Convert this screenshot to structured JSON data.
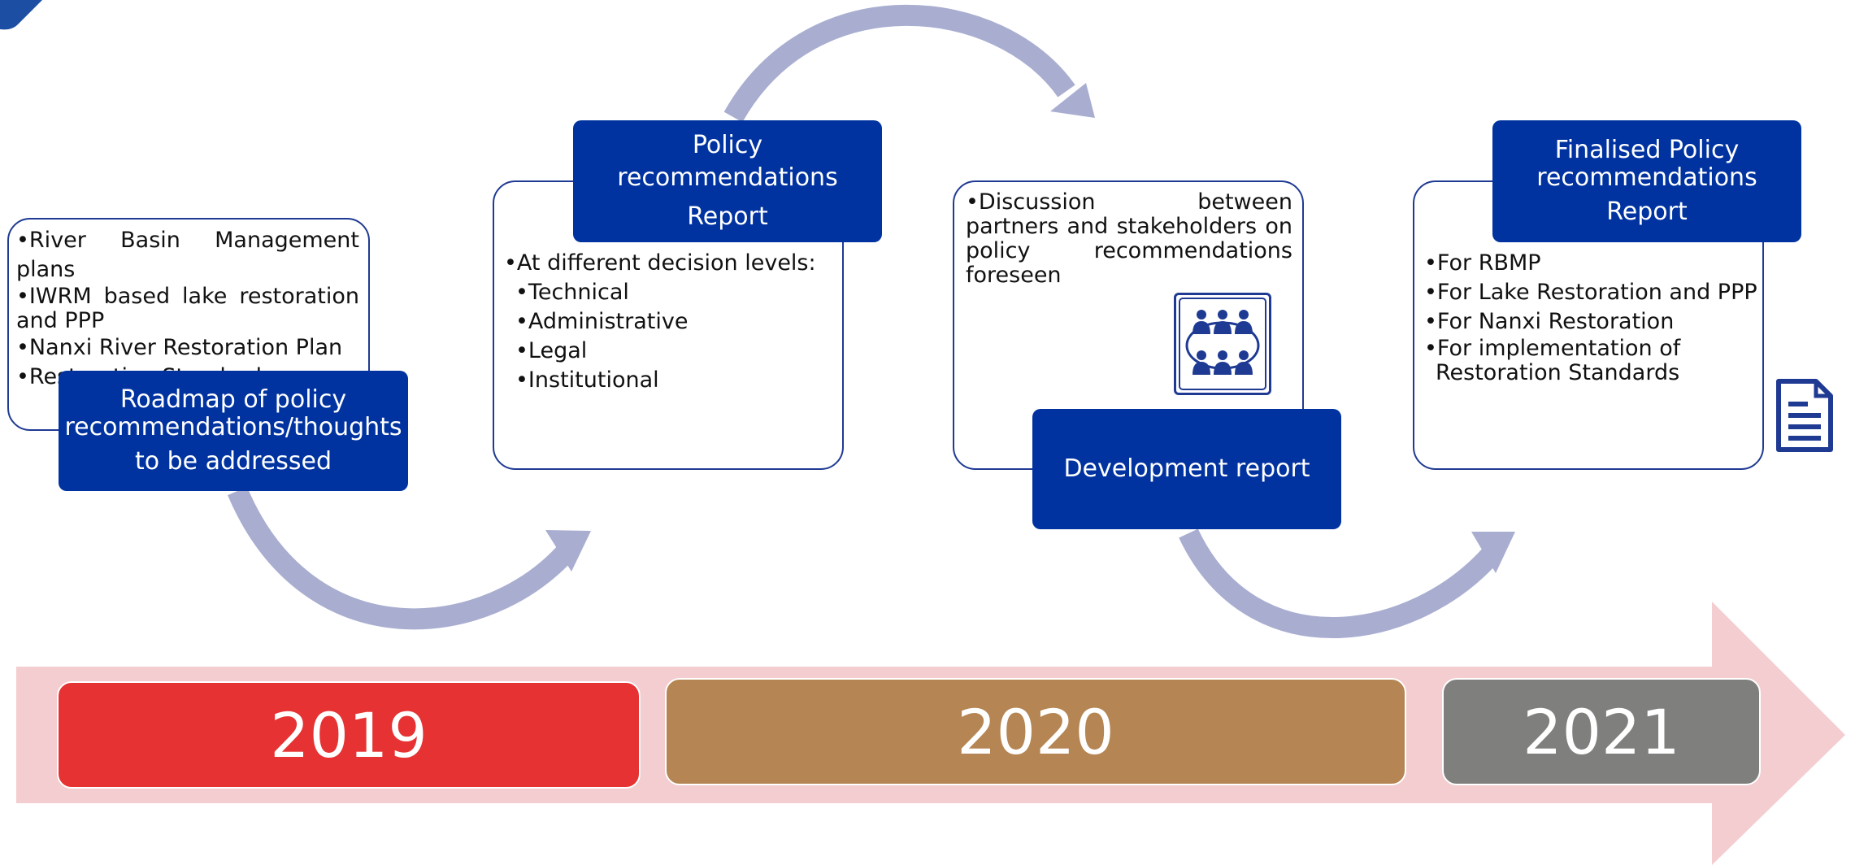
{
  "colors": {
    "box_fill": "#0033a0",
    "outline": "#1f3a93",
    "curved_arrows": "#a9aed1",
    "timeline_band": "#f3cdd0",
    "year_2019": "#e63232",
    "year_2020": "#b58553",
    "year_2021": "#7f7f7d"
  },
  "stages": [
    {
      "bullets": [
        "•River Basin Management plans",
        "•IWRM based lake restoration and PPP",
        "•Nanxi River Restoration Plan",
        "•Restoration Standards"
      ],
      "title_lines": [
        "Roadmap of policy",
        "recommendations/thoughts",
        "to be addressed"
      ]
    },
    {
      "bullets": [
        "•At different decision levels:",
        "•Technical",
        "•Administrative",
        "•Legal",
        "•Institutional"
      ],
      "title_lines": [
        "Policy recommendations",
        "Report"
      ]
    },
    {
      "bullets": [
        "•Discussion between partners and stakeholders on policy recommendations foreseen"
      ],
      "title_lines": [
        "Development report"
      ],
      "icon": "meeting-people-icon"
    },
    {
      "bullets": [
        "•For RBMP",
        "•For Lake Restoration and PPP",
        "•For Nanxi Restoration",
        "•For implementation of Restoration Standards"
      ],
      "title_lines": [
        "Finalised Policy",
        "recommendations",
        "Report"
      ],
      "icon": "document-icon"
    }
  ],
  "timeline": {
    "years": [
      "2019",
      "2020",
      "2021"
    ]
  }
}
